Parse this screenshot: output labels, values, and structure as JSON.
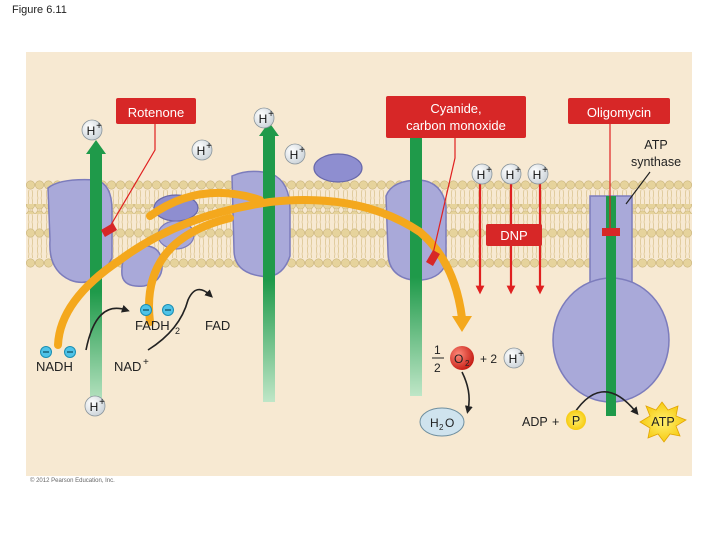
{
  "figure_label": "Figure 6.11",
  "copyright": "© 2012 Pearson Education, Inc.",
  "inhibitors": {
    "rotenone": "Rotenone",
    "cyanide_line1": "Cyanide,",
    "cyanide_line2": "carbon monoxide",
    "oligomycin": "Oligomycin",
    "dnp": "DNP"
  },
  "atp_synthase_line1": "ATP",
  "atp_synthase_line2": "synthase",
  "proton": {
    "symbol": "H",
    "charge": "+"
  },
  "molecules": {
    "fadh2": "FADH",
    "fadh2_sub": "2",
    "fad": "FAD",
    "nadh": "NADH",
    "nad": "NAD",
    "nad_charge": "+",
    "half_num": "1",
    "half_den": "2",
    "o2": "O",
    "o2_sub": "2",
    "plus_two": "+ 2",
    "h2o_h": "H",
    "h2o_sub": "2",
    "h2o_o": "O",
    "adp": "ADP",
    "plus": "+",
    "pi": "P",
    "atp": "ATP"
  },
  "colors": {
    "background": "#f7e9d2",
    "membrane_head": "#e6d39c",
    "protein": "#a9a9d9",
    "protein_dark": "#7c7cbc",
    "electron_path": "#f4a81d",
    "proton_channel": "#1f9a4a",
    "inhibitor": "#e02020",
    "inhibitor_box": "#d72727"
  }
}
